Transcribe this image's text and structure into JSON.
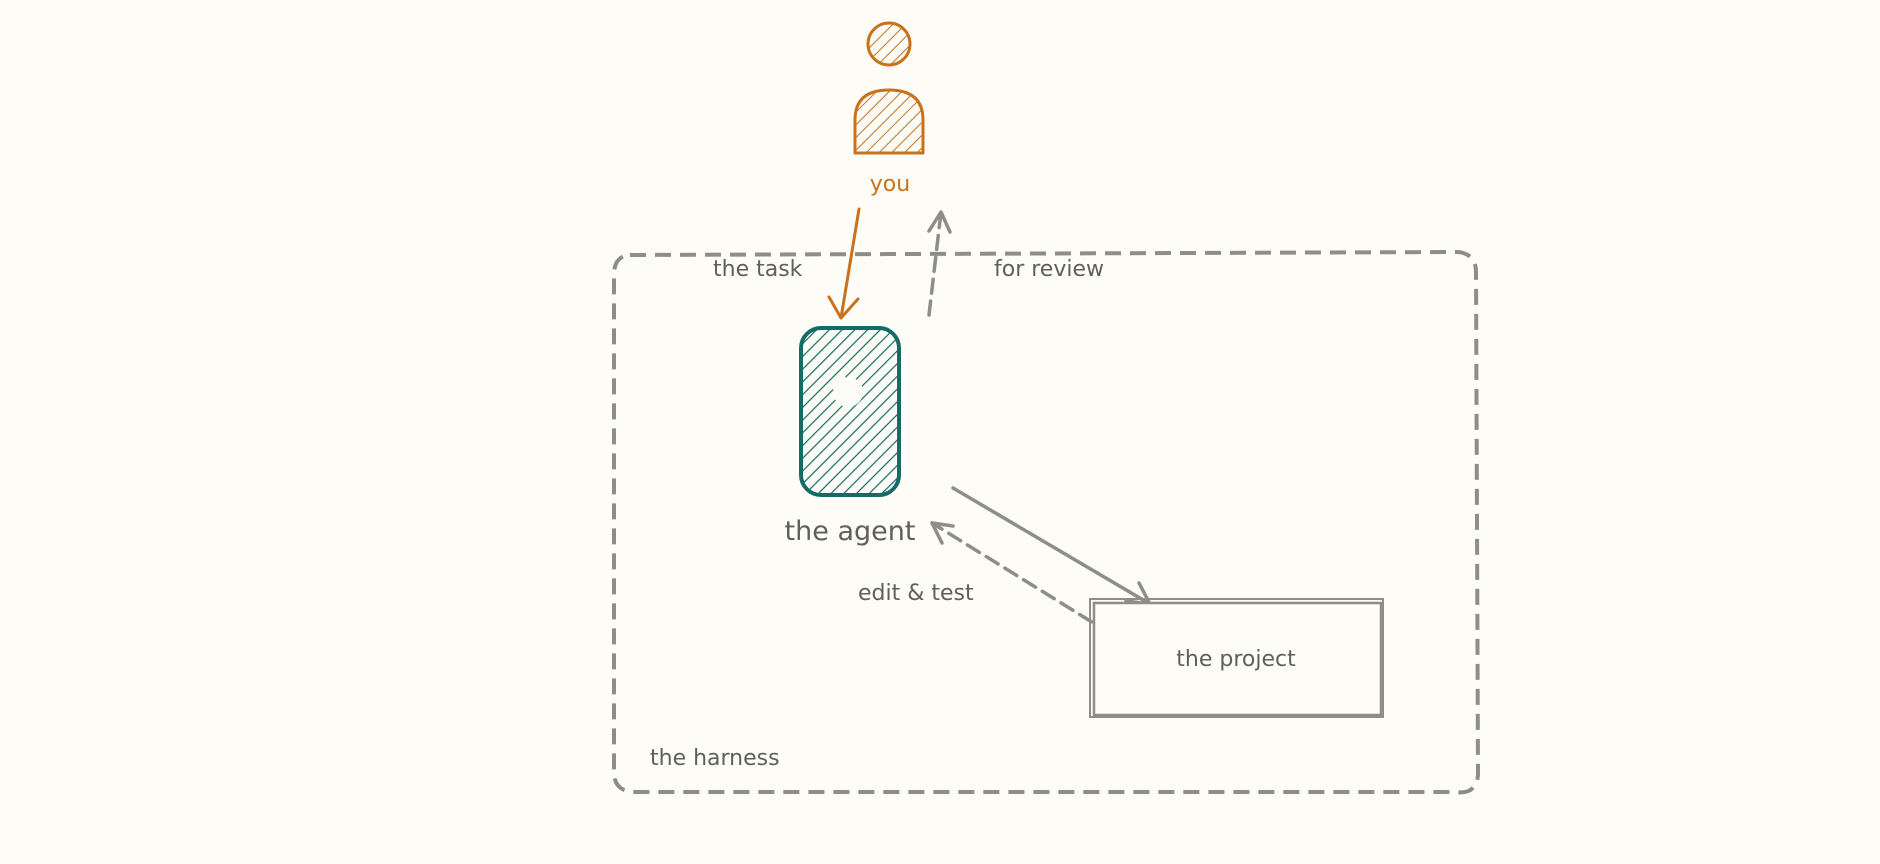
{
  "labels": {
    "you": "you",
    "task": "the task",
    "review": "for review",
    "agent": "the agent",
    "edit_test": "edit & test",
    "project": "the project",
    "harness": "the harness"
  },
  "colors": {
    "background": "#fdfcf6",
    "you": "#c8731c",
    "agent": "#156b65",
    "neutral": "#8f8d89",
    "text": "#5f5f5c"
  },
  "icons": {
    "person": "person-icon",
    "agent": "agent-block"
  }
}
